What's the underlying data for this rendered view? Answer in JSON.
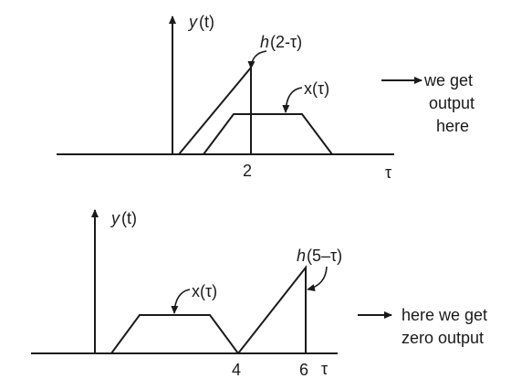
{
  "diagram_top": {
    "y_axis_fn": "y",
    "y_axis_arg": "(t)",
    "x_axis_label": "τ",
    "tick_2": "2",
    "h_label_fn": "h",
    "h_label_arg": "(2-τ)",
    "x_label": "x(τ)",
    "note_line1": "we get",
    "note_line2": "output",
    "note_line3": "here"
  },
  "diagram_bottom": {
    "y_axis_fn": "y",
    "y_axis_arg": "(t)",
    "x_axis_label": "τ",
    "tick_4": "4",
    "tick_6": "6",
    "h_label_fn": "h",
    "h_label_arg": "(5–τ)",
    "x_label": "x(τ)",
    "note_line1": "here we get",
    "note_line2": "zero output"
  }
}
